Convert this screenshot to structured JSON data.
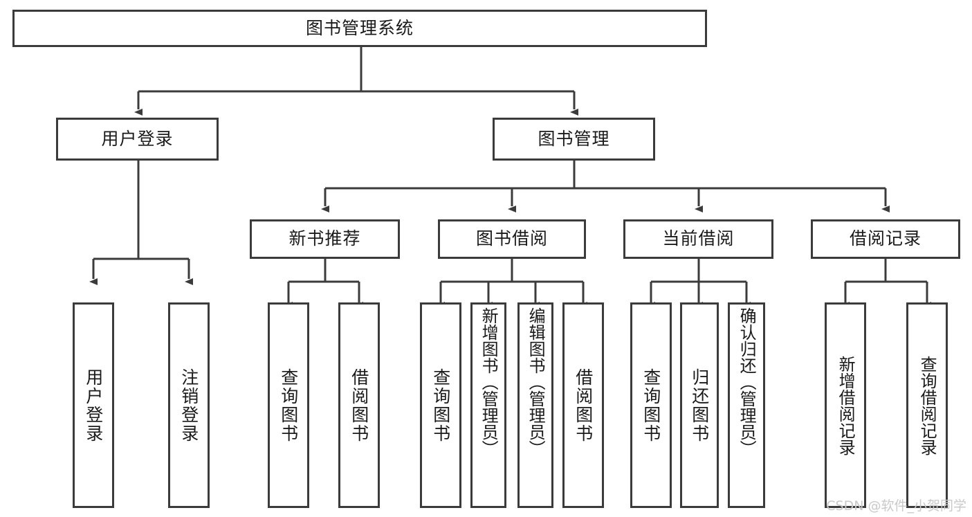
{
  "diagram": {
    "title": "图书管理系统",
    "type": "tree-hierarchy-chart",
    "root": {
      "label": "图书管理系统"
    },
    "level2": [
      {
        "label": "用户登录"
      },
      {
        "label": "图书管理"
      }
    ],
    "level3": [
      {
        "label": "新书推荐"
      },
      {
        "label": "图书借阅"
      },
      {
        "label": "当前借阅"
      },
      {
        "label": "借阅记录"
      }
    ],
    "leaves": {
      "user_login": [
        {
          "label": "用户登录"
        },
        {
          "label": "注销登录"
        }
      ],
      "new_book_recommend": [
        {
          "label": "查询图书"
        },
        {
          "label": "借阅图书"
        }
      ],
      "book_borrow": [
        {
          "label": "查询图书"
        },
        {
          "label": "新增图书（管理员）"
        },
        {
          "label": "编辑图书（管理员）"
        },
        {
          "label": "借阅图书"
        }
      ],
      "current_borrow": [
        {
          "label": "查询图书"
        },
        {
          "label": "归还图书"
        },
        {
          "label": "确认归还（管理员）"
        }
      ],
      "borrow_record": [
        {
          "label": "新增借阅记录"
        },
        {
          "label": "查询借阅记录"
        }
      ]
    },
    "watermark": "CSDN @软件_小贺同学",
    "colors": {
      "border": "#3b3b3b",
      "background": "#ffffff",
      "text": "#1a1a1a",
      "watermark": "#c9c9c9"
    }
  }
}
